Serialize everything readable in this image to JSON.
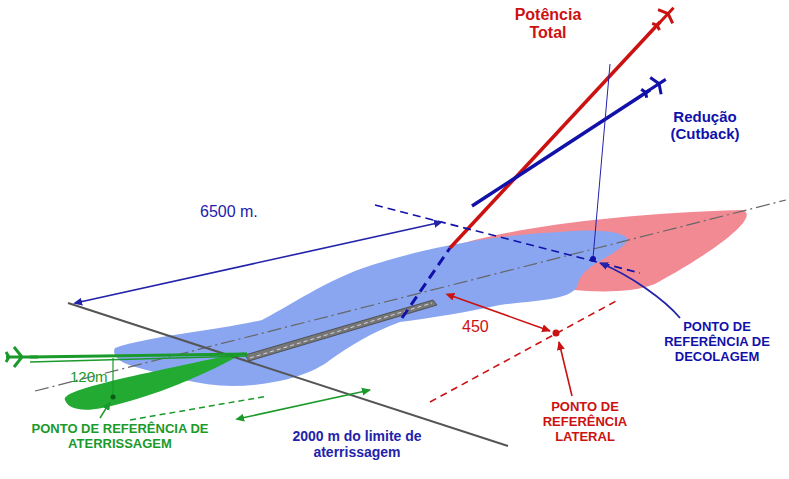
{
  "diagram": {
    "labels": [
      "Potência Total",
      "Redução (Cutback)",
      "6500 m.",
      "450",
      "120m",
      "PONTO DE REFERÊNCIA DE DECOLAGEM",
      "PONTO DE REFERÊNCIA LATERAL",
      "PONTO DE REFERÊNCIA DE ATERRISSAGEM",
      "2000 m do limite de aterrissagem"
    ]
  }
}
